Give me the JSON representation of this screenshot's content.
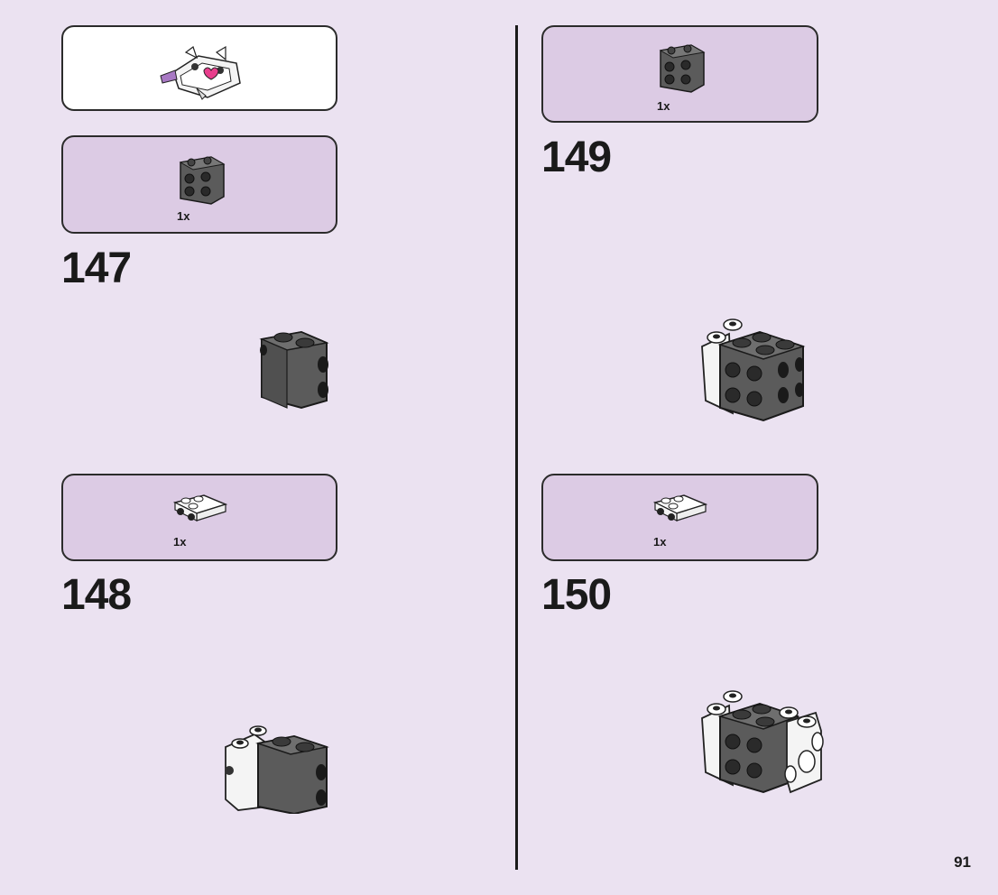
{
  "steps": [
    {
      "number": "147",
      "parts": [
        {
          "qty": "1x",
          "part": "dark-gray-brick-studs-on-side"
        }
      ]
    },
    {
      "number": "148",
      "parts": [
        {
          "qty": "1x",
          "part": "white-plate-with-side-studs"
        }
      ]
    },
    {
      "number": "149",
      "parts": [
        {
          "qty": "1x",
          "part": "dark-gray-brick-studs-on-side"
        }
      ]
    },
    {
      "number": "150",
      "parts": [
        {
          "qty": "1x",
          "part": "white-plate-with-side-studs"
        }
      ]
    }
  ],
  "page_number": "91",
  "colors": {
    "page_background": "#ebe2f1",
    "parts_box": "#dccbe4",
    "dark_gray_brick": "#5b5b5b",
    "white_plate": "#ffffff",
    "accent_pink": "#e83e8c",
    "accent_purple": "#a879c4"
  }
}
